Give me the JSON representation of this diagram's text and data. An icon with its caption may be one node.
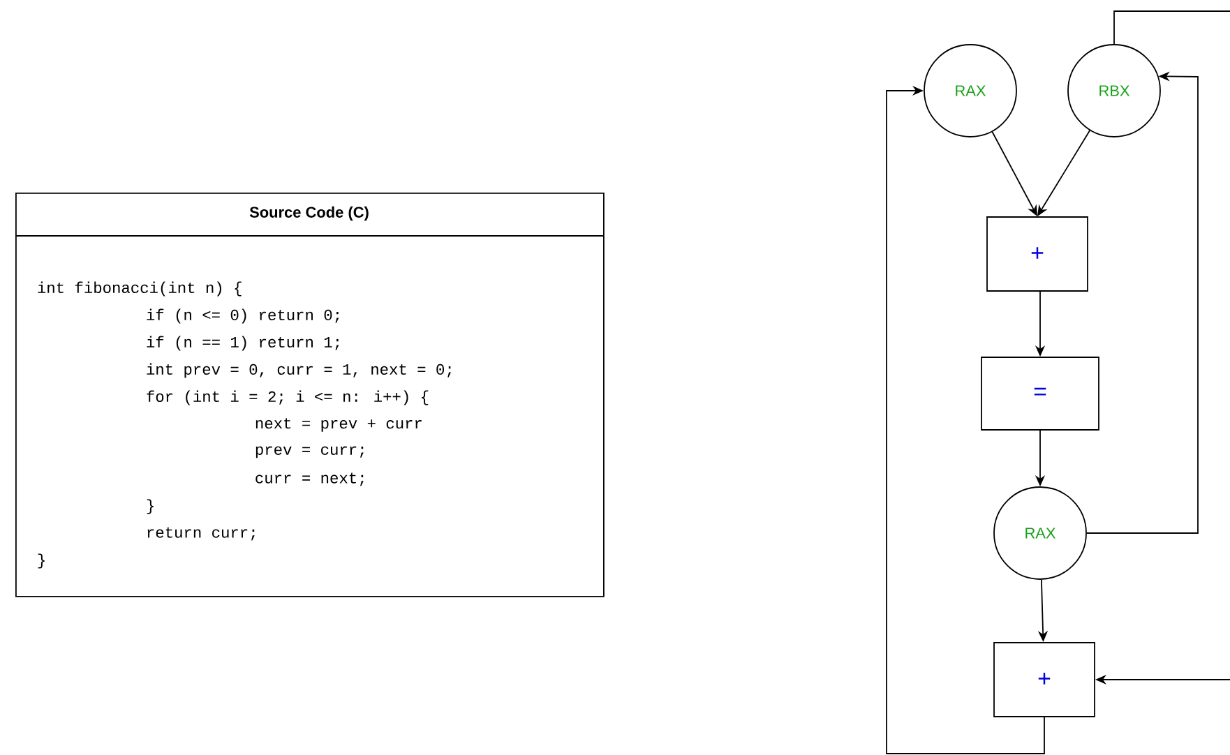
{
  "diagram": {
    "nodes": [
      {
        "text": [
          "Source Code (C)",
          "int fibonacci(int n) {",
          "if (n <= 0) return 0;",
          "if (n == 1) return 1;",
          "int prev = 0, curr = 1, next = 0;",
          "for (int i = 2; i <= n: i++) {",
          "next = prev + curr",
          "prev = curr;",
          "curr = next;",
          "}",
          "return curr;",
          "}"
        ]
      },
      {
        "text": [
          "RAX"
        ]
      },
      {
        "text": [
          "RBX"
        ]
      },
      {
        "text": [
          "+"
        ]
      },
      {
        "text": [
          "="
        ]
      },
      {
        "text": [
          "RAX"
        ]
      },
      {
        "text": [
          "+"
        ]
      }
    ],
    "edges": [
      {
        "from": 1,
        "to": 3,
        "arrow": "to"
      },
      {
        "from": 2,
        "to": 3,
        "arrow": "to"
      },
      {
        "from": 3,
        "to": 4,
        "arrow": "to"
      },
      {
        "from": 4,
        "to": 5,
        "arrow": "to"
      },
      {
        "from": 5,
        "to": 6,
        "arrow": "to"
      },
      {
        "from": 5,
        "to": 2,
        "arrow": "to"
      },
      {
        "from": 6,
        "to": 1,
        "arrow": "to"
      },
      {
        "from": 2,
        "to": null,
        "arrow": "none"
      },
      {
        "from": null,
        "to": 6,
        "arrow": "to"
      }
    ]
  }
}
